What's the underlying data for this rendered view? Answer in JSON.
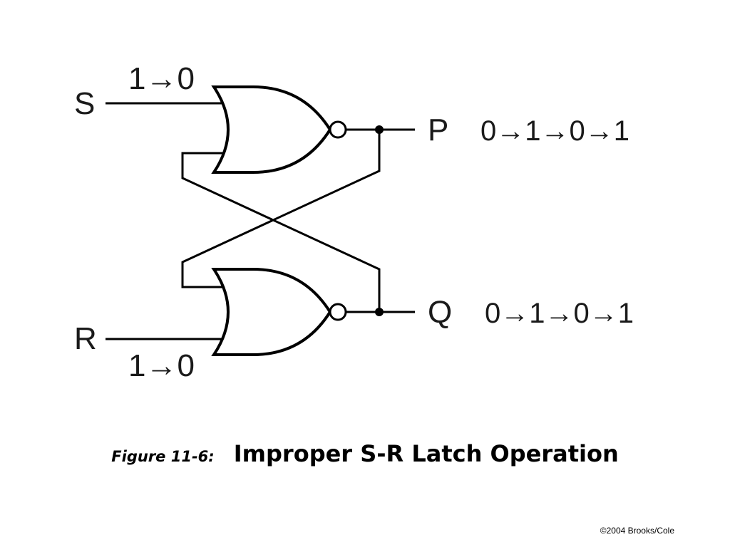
{
  "inputs": {
    "s": {
      "label": "S",
      "transition": "1→0"
    },
    "r": {
      "label": "R",
      "transition": "1→0"
    }
  },
  "outputs": {
    "p": {
      "label": "P",
      "sequence": "0→1→0→1"
    },
    "q": {
      "label": "Q",
      "sequence": "0→1→0→1"
    }
  },
  "caption": {
    "figure_label": "Figure 11-6:",
    "title": "Improper S-R Latch Operation"
  },
  "copyright": "©2004 Brooks/Cole"
}
